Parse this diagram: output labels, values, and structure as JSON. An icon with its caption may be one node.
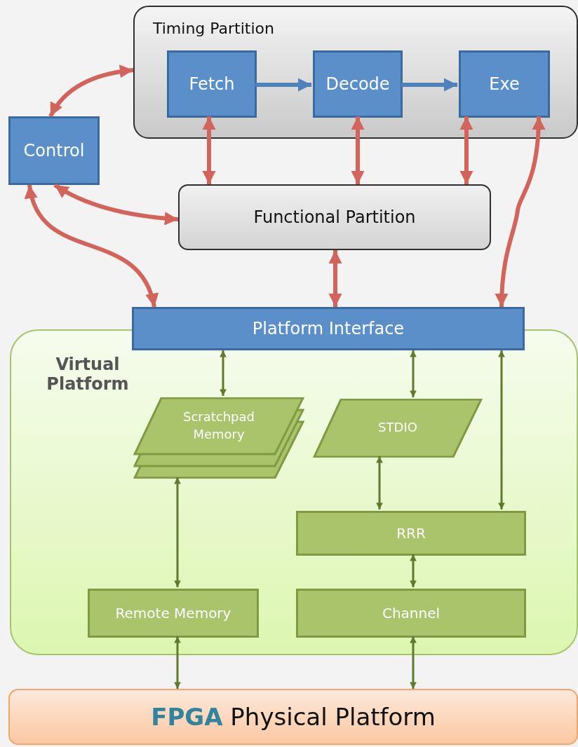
{
  "diagram": {
    "nodes": [
      {
        "text": [
          "Timing Partition"
        ]
      },
      {
        "text": [
          "Fetch"
        ],
        "in": 0
      },
      {
        "text": [
          "Decode"
        ],
        "in": 0
      },
      {
        "text": [
          "Exe"
        ],
        "in": 0
      },
      {
        "text": [
          "Control"
        ]
      },
      {
        "text": [
          "Functional Partition"
        ]
      },
      {
        "text": [
          "Platform Interface"
        ]
      },
      {
        "text": [
          "Virtual Platform"
        ]
      },
      {
        "text": [
          "Scratchpad Memory"
        ],
        "in": 7
      },
      {
        "text": [
          "STDIO"
        ],
        "in": 7
      },
      {
        "text": [
          "RRR"
        ],
        "in": 7
      },
      {
        "text": [
          "Remote Memory"
        ],
        "in": 7
      },
      {
        "text": [
          "Channel"
        ],
        "in": 7
      },
      {
        "text": [
          "**FPGA** Physical Platform"
        ]
      }
    ],
    "edges": [
      {
        "from": 1,
        "to": 2,
        "arrow": "to",
        "color": "#4f81bd"
      },
      {
        "from": 2,
        "to": 3,
        "arrow": "to",
        "color": "#4f81bd"
      },
      {
        "from": 4,
        "to": 0,
        "arrow": "both"
      },
      {
        "from": 4,
        "to": 5,
        "arrow": "both"
      },
      {
        "from": 4,
        "to": 6,
        "arrow": "both"
      },
      {
        "from": 1,
        "to": 5,
        "arrow": "both"
      },
      {
        "from": 2,
        "to": 5,
        "arrow": "both"
      },
      {
        "from": 3,
        "to": 5,
        "arrow": "both"
      },
      {
        "from": 3,
        "to": 6,
        "arrow": "both"
      },
      {
        "from": 5,
        "to": 6,
        "arrow": "both"
      },
      {
        "from": 6,
        "to": 8,
        "arrow": "both",
        "color": "#5f7a2c"
      },
      {
        "from": 6,
        "to": 9,
        "arrow": "both",
        "color": "#5f7a2c"
      },
      {
        "from": 6,
        "to": 10,
        "arrow": "both",
        "color": "#5f7a2c"
      },
      {
        "from": 9,
        "to": 10,
        "arrow": "both",
        "color": "#5f7a2c"
      },
      {
        "from": 8,
        "to": 11,
        "arrow": "both",
        "color": "#5f7a2c"
      },
      {
        "from": 10,
        "to": 12,
        "arrow": "both",
        "color": "#5f7a2c"
      },
      {
        "from": 11,
        "to": 13,
        "arrow": "both",
        "color": "#5f7a2c"
      },
      {
        "from": 12,
        "to": 13,
        "arrow": "both",
        "color": "#5f7a2c"
      }
    ]
  }
}
